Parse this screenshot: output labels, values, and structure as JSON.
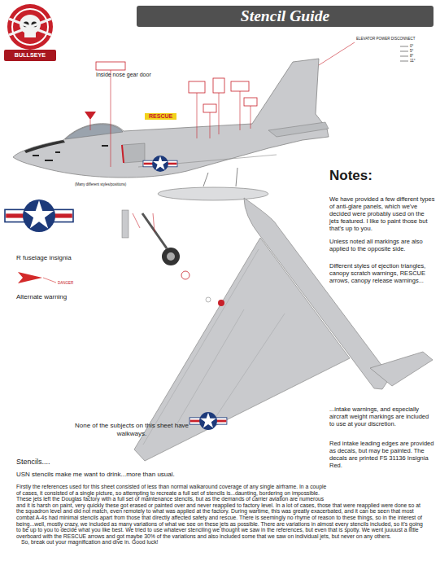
{
  "diagram": {
    "title": "Stencil Guide",
    "nodes": [
      {
        "text": [
          "Stencil Guide"
        ]
      },
      {
        "text": [
          "BULLSEYE"
        ]
      }
    ],
    "labels": [
      "Inside nose gear door",
      "RESCUE",
      "(Many different styles/positions)",
      "ELEVATOR POWER DISCONNECT",
      "0°",
      "5°",
      "8°",
      "11°",
      "R fuselage insignia",
      "DANGER",
      "Alternate warning",
      "None of the subjects on this sheet have walkways.",
      "Notes:",
      "We have provided a few different types of anti-glare panels, which we've decided were probably used on the jets featured. I like to paint those but that's up to you.",
      "Unless noted all markings are also applied to the opposite side.",
      "Different styles of ejection triangles, canopy scratch warnings, RESCUE arrows, canopy release warnings...",
      "...intake warnings, and especially aircraft weight markings are included to use at your discretion.",
      "Red intake leading edges are provided as decals, but may be painted. The decals are printed FS 31136 Insignia Red.",
      "Stencils....",
      "USN stencils make me want to drink...more than usual.",
      "Firstly the references used for this sheet consisted of less than normal walkaround coverage of any single airframe. In a couple of cases, it consisted of a single picture, so attempting to recreate a full set of stencils is...daunting, bordering on impossible. These jets left the Douglas factory with a full set of maintenance stencils, but as the demands of carrier aviation are numerous and it is harsh on paint, very quickly these got erased or painted over and never reapplied to factory level. In a lot of cases, those that were reapplied were done so at the squadron level and did not match, even remotely to what was applied at the factory. During wartime, this was greatly exacerbated, and it can be seen that most combat A-4s had minimal stencils apart from those that directly affected safety and rescue. There is seemingly no rhyme of reason to these things, so in the interest of being...well, mostly crazy, we included as many variations of what we see on these jets as possible. There are variations in almost every stencils included, so it's going to be up to you to decide what you like best. We tried to use whatever stenciling we thought we saw in the references, but even that is spotty. We went juuuust a little overboard with the RESCUE arrows and got maybe 30% of the variations and also included some that we saw on individual jets, but never on any others.",
      "So, break out your magnification and dive in. Good luck!"
    ]
  }
}
